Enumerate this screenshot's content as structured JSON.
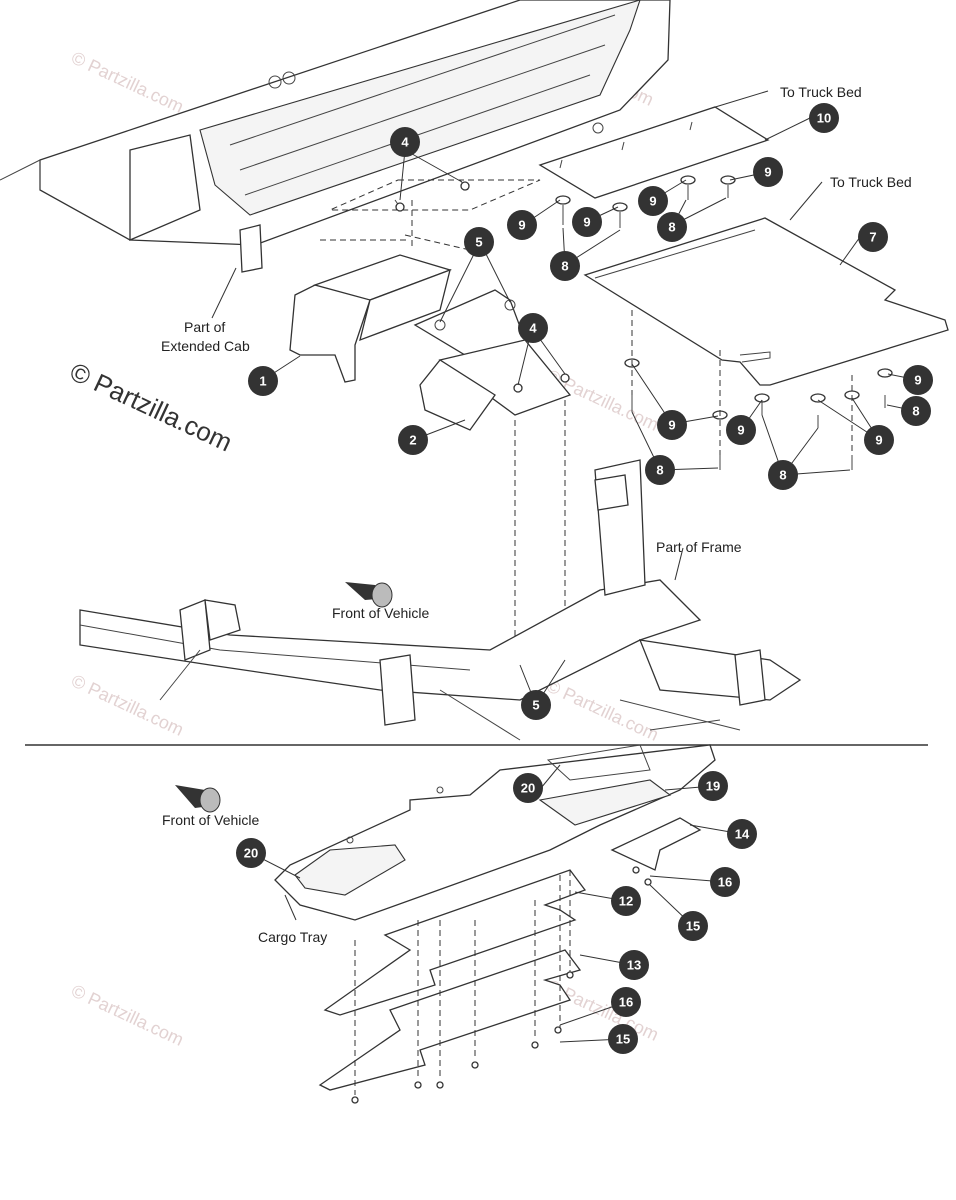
{
  "labels": {
    "to_truck_bed_1": "To Truck Bed",
    "to_truck_bed_2": "To Truck Bed",
    "part_of_extended_cab_1": "Part of",
    "part_of_extended_cab_2": "Extended Cab",
    "part_of_frame": "Part of Frame",
    "front_of_vehicle_1": "Front of Vehicle",
    "front_of_vehicle_2": "Front of Vehicle",
    "cargo_tray": "Cargo Tray"
  },
  "watermark": {
    "main": "© Partzilla.com",
    "faint": "© Partzilla.com"
  },
  "callouts": [
    {
      "id": "c-4a",
      "num": "4"
    },
    {
      "id": "c-10",
      "num": "10"
    },
    {
      "id": "c-9a",
      "num": "9"
    },
    {
      "id": "c-9b",
      "num": "9"
    },
    {
      "id": "c-9c",
      "num": "9"
    },
    {
      "id": "c-9d",
      "num": "9"
    },
    {
      "id": "c-8a",
      "num": "8"
    },
    {
      "id": "c-8b",
      "num": "8"
    },
    {
      "id": "c-7",
      "num": "7"
    },
    {
      "id": "c-5a",
      "num": "5"
    },
    {
      "id": "c-1",
      "num": "1"
    },
    {
      "id": "c-4b",
      "num": "4"
    },
    {
      "id": "c-2",
      "num": "2"
    },
    {
      "id": "c-9e",
      "num": "9"
    },
    {
      "id": "c-9f",
      "num": "9"
    },
    {
      "id": "c-9g",
      "num": "9"
    },
    {
      "id": "c-9h",
      "num": "9"
    },
    {
      "id": "c-8c",
      "num": "8"
    },
    {
      "id": "c-8d",
      "num": "8"
    },
    {
      "id": "c-8e",
      "num": "8"
    },
    {
      "id": "c-5b",
      "num": "5"
    },
    {
      "id": "c-20a",
      "num": "20"
    },
    {
      "id": "c-19",
      "num": "19"
    },
    {
      "id": "c-14",
      "num": "14"
    },
    {
      "id": "c-20b",
      "num": "20"
    },
    {
      "id": "c-16a",
      "num": "16"
    },
    {
      "id": "c-12",
      "num": "12"
    },
    {
      "id": "c-15a",
      "num": "15"
    },
    {
      "id": "c-13",
      "num": "13"
    },
    {
      "id": "c-16b",
      "num": "16"
    },
    {
      "id": "c-15b",
      "num": "15"
    }
  ]
}
